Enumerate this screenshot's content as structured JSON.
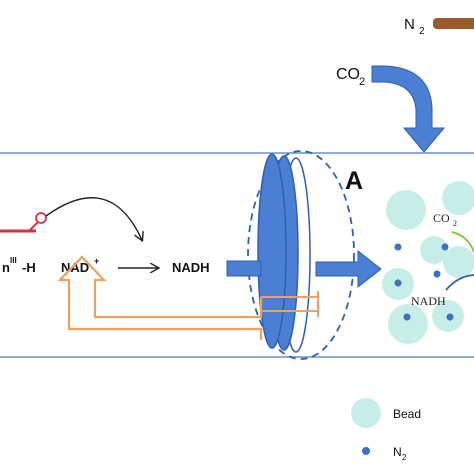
{
  "labels": {
    "n2_top": "N",
    "n2_top_sub": "2",
    "co2_top": "CO",
    "co2_top_sub": "2",
    "panel_letter": "A",
    "hydride_fragment": "n",
    "hydride_sup": "III",
    "hydride_suffix": "-H",
    "nad_plus": "NAD",
    "nad_plus_sup": "+",
    "nadh": "NADH",
    "co2_inner": "CO",
    "co2_inner_sub": "2",
    "nadh_inner": "NADH",
    "legend_bead": "Bead",
    "legend_n2": "N",
    "legend_n2_sub": "2"
  },
  "colors": {
    "blue_arrow": "#4a7fd4",
    "blue_dark": "#2f5fb0",
    "tube_outline": "#6c8fc9",
    "orange_arrow": "#f0a060",
    "red_catalyst": "#d9304a",
    "bead_fill": "#c6ede8",
    "n2_dot": "#3d6fc4",
    "green_arc": "#7dc43a",
    "brown_pipe": "#9c5a2c"
  }
}
